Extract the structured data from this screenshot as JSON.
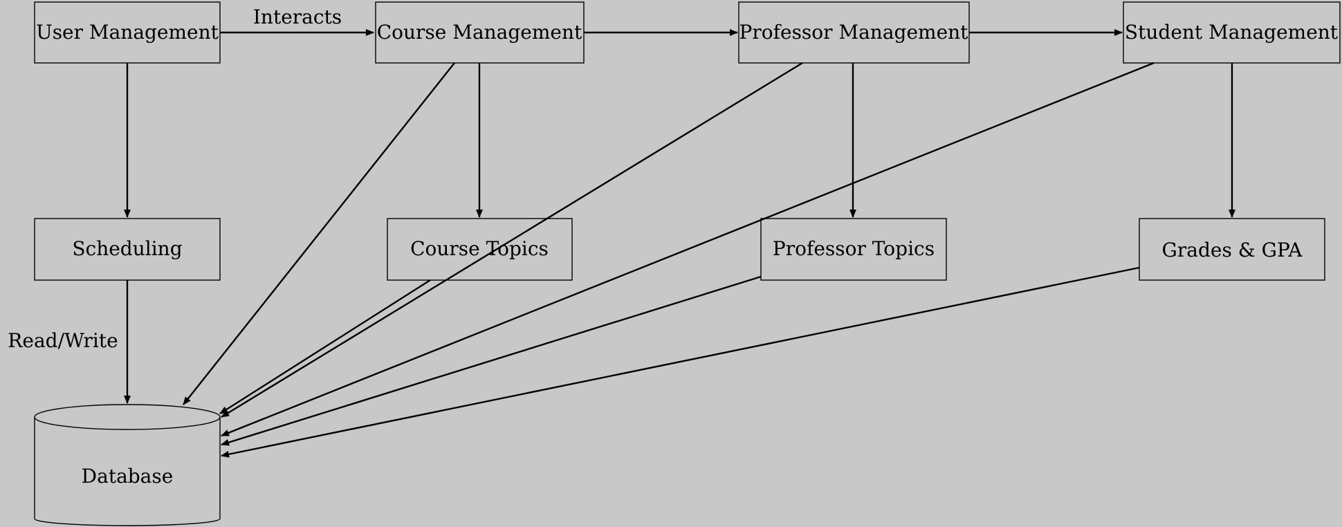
{
  "diagram": {
    "colors": {
      "background": "#c8c8c8",
      "stroke": "#000000"
    },
    "nodes": {
      "user_management": "User Management",
      "course_management": "Course Management",
      "professor_management": "Professor Management",
      "student_management": "Student Management",
      "scheduling": "Scheduling",
      "course_topics": "Course Topics",
      "professor_topics": "Professor Topics",
      "grades_gpa": "Grades & GPA",
      "database": "Database"
    },
    "edge_labels": {
      "interacts": "Interacts",
      "read_write": "Read/Write"
    },
    "edges": [
      {
        "from": "user_management",
        "to": "course_management",
        "label": "interacts"
      },
      {
        "from": "course_management",
        "to": "professor_management"
      },
      {
        "from": "professor_management",
        "to": "student_management"
      },
      {
        "from": "user_management",
        "to": "scheduling"
      },
      {
        "from": "course_management",
        "to": "course_topics"
      },
      {
        "from": "professor_management",
        "to": "professor_topics"
      },
      {
        "from": "student_management",
        "to": "grades_gpa"
      },
      {
        "from": "scheduling",
        "to": "database",
        "label": "read_write"
      },
      {
        "from": "course_management",
        "to": "database"
      },
      {
        "from": "course_topics",
        "to": "database"
      },
      {
        "from": "professor_management",
        "to": "database"
      },
      {
        "from": "student_management",
        "to": "database"
      },
      {
        "from": "professor_topics",
        "to": "database"
      },
      {
        "from": "grades_gpa",
        "to": "database"
      }
    ]
  }
}
